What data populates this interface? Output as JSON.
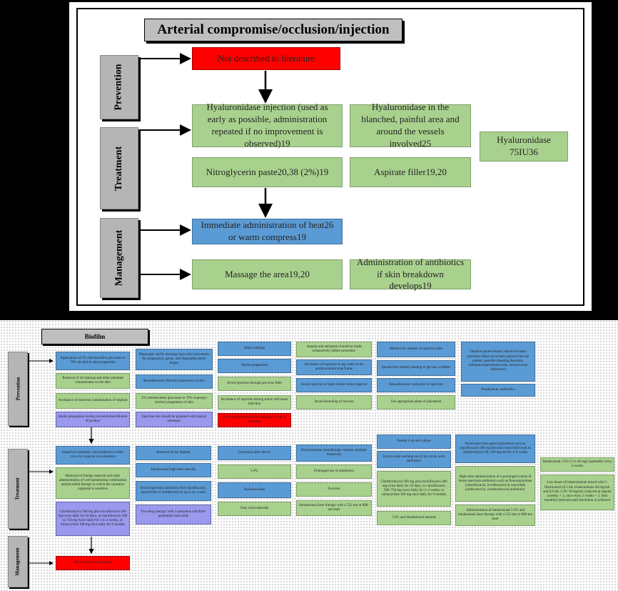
{
  "top": {
    "title": "Arterial compromise/occlusion/injection",
    "stages": {
      "prevention": "Prevention",
      "treatment": "Treatment",
      "management": "Management"
    },
    "prevention_box": "Not described in literature",
    "treatment_boxes": [
      "Hyaluronidase injection (used as early as possible, administration repeated if no improvement is observed)19",
      "Hyaluronidase in the blanched, painful area and around the vessels involved25",
      "Hyaluronidase 75IU36",
      "Nitroglycerin paste20,38 (2%)19",
      "Aspirate filler19,20"
    ],
    "management_boxes": [
      "Immediate administration of heat26 or warm compress19",
      "Massage the area19,20",
      "Administration of antibiotics if skin breakdown develops19"
    ]
  },
  "bottom": {
    "title": "Biofilm",
    "stages": {
      "prevention": "Prevention",
      "treatment": "Treatment",
      "management": "Management"
    },
    "prevention_boxes": [
      "Application of 2% chlorhexidine gluconate in 70% alcohol to skin preparation",
      "Removal of all makeup and other potential contaminants on the skin",
      "Avoidance of bacterial contamination of implant",
      "Sterile preparation during reconstitution/dilution of product",
      "Disposable sterile dressing trays with instruments for preparation, gauze, and disposable sterile drapes",
      "Benzalkonium chloride preparation of skin",
      "2% chlorhexidine gluconate in 70% isopropyl alcohol preparation of skin",
      "Injection site should be prepared with topical antiseptic",
      "Hand washing",
      "Sterile preparation",
      "Avoid injection through previous filler",
      "Avoidance of injection during active soft tissue infection",
      "Do not perform injections adjacent to site of infection",
      "Asepsis and antisepsis should be made exhaustively before procedure",
      "Avoidance of exposure to tap water in the periprocedural time frame",
      "Avoid injection of high volume bolus material",
      "Avoid breaching of mucosa",
      "Monitor for number of injection sites",
      "Spread time during cleaning to get into wrinkles",
      "Benzalkonium wash prior to injection",
      "Use appropriate plane of placement",
      "Detailed patient history should be taken (previous fillers have been injected into the patient, possible bleeding disorders, immunocompromised state, and previous infections)",
      "Prophylactic antibiotics"
    ],
    "treatment_boxes": [
      "Empirical treatment with antibiotics within cover for atypical mycobacteria",
      "Removal of foreign material and early administration of well-penetrating combination antimicrobial therapy to which the causative organism is sensitive",
      "Clarithromycin 500 mg plus moxifloxacin 400 mg twice daily for 10 days, or ciprofloxacin 500 to 750 mg twice daily for 2 to 4 weeks, or minocycline 100 mg once daily for 6 months",
      "Removal of the implant",
      "Intralesional high-dose steroids",
      "Broad-spectrum antibiotics like ciprofloxacin, amoxicillin or clarithromycin up to six weeks",
      "Two-drug therapy with a quinolone and third-generation macrolide",
      "Fractional laser device",
      "5-FU",
      "Hyaluronidase",
      "Oral corticosteroids",
      "Hyaluronidase monotherapy requires multiple treatments",
      "Prolonged use of antibiotics",
      "Excision",
      "Intralesional laser therapy with a 532-nm or 808-nm laser",
      "Needle it do and culture",
      "Incision and washing out of the cavity with antibiotics",
      "Clarithromycin 500 mg plus moxifloxacin 400 mg twice daily for 10 days, or ciprofloxacin 500–750 mg twice daily for 2–4 weeks, or minocycline 100 mg once daily for 6 months",
      "5-FU and intralesional steroids",
      "Broad-spectrum agent (quinolone) such as ciprofloxacin 500 mg bid and a macrolide such as clarithromycin XL 500 mg bid for 4–6 weeks",
      "High-dose administration of a prolonged course of broad-spectrum antibiotics such as fluoroquinolone (ciprofloxacin, levofloxacin) or macrolide (azithromycin, clarithromycin) antibiotics",
      "Administration of intralesional 5-FU and intralesional laser therapy with a 532-nm or 808-nm laser",
      "Intralesional 5-FU (1 to 40 mg) repeatedly every 4 weeks",
      "Low doses of triamcinolone mixed with 5-fluorouracil (0.1 mL triamcinolone 40 mg/mL and 0.9 mL 5-FU 50 mg/mL) injected at regular (weekly × 2, once every 2 weeks × 2, then monthly) intervals until resolution is achieved"
    ],
    "management_box": "Not described in literature"
  }
}
